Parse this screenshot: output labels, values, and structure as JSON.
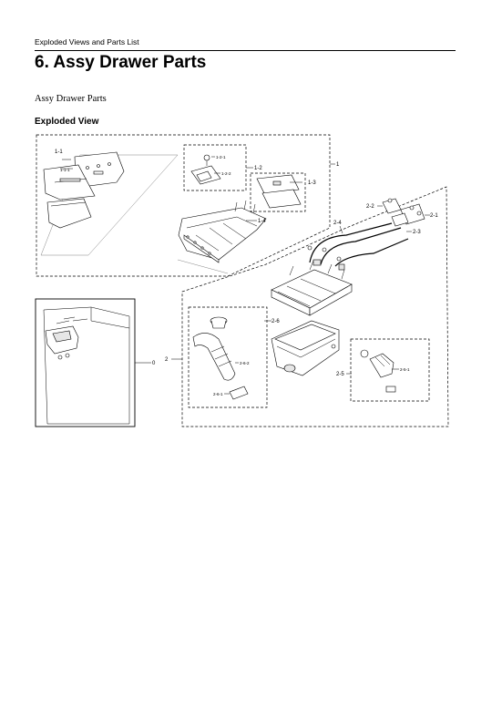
{
  "header": {
    "text": "Exploded Views and Parts List"
  },
  "title": "6.  Assy Drawer Parts",
  "subtitle": "Assy Drawer Parts",
  "section_heading": "Exploded View",
  "callouts": {
    "c1": "1",
    "c1_1": "1-1",
    "c1_1_1": "1-1-1",
    "c1_2": "1-2",
    "c1_2_1": "1-2-1",
    "c1_2_2": "1-2-2",
    "c1_3": "1-3",
    "c1_4": "1-4",
    "c2": "2",
    "c2_1": "2-1",
    "c2_2": "2-2",
    "c2_3": "2-3",
    "c2_4": "2-4",
    "c2_5": "2-5",
    "c2_5_1": "2-5-1",
    "c2_6": "2-6",
    "c2_6_1": "2-6-1",
    "c2_6_2": "2-6-2",
    "c0": "0"
  }
}
